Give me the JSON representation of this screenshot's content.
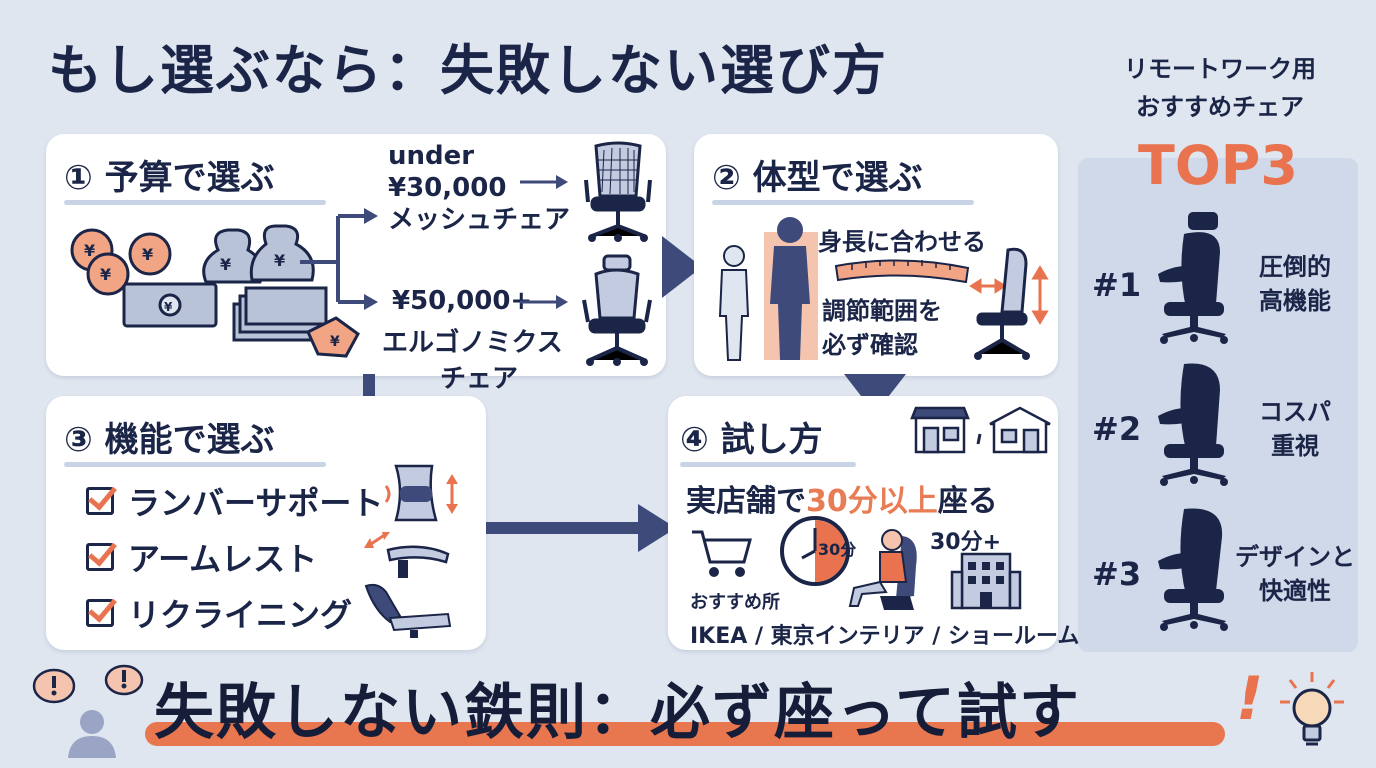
{
  "title": "もし選ぶなら：失敗しない選び方",
  "sidebar": {
    "heading_line1": "リモートワーク用",
    "heading_line2": "おすすめチェア",
    "top_label": "TOP3",
    "ranks": [
      {
        "rank": "#1",
        "desc_line1": "圧倒的",
        "desc_line2": "高機能"
      },
      {
        "rank": "#2",
        "desc_line1": "コスパ",
        "desc_line2": "重視"
      },
      {
        "rank": "#3",
        "desc_line1": "デザインと",
        "desc_line2": "快適性"
      }
    ]
  },
  "budget": {
    "title": "① 予算で選ぶ",
    "option1_line1": "under",
    "option1_line2": "¥30,000",
    "option1_line3": "メッシュチェア",
    "option2_line1": "¥50,000+",
    "option2_line2": "エルゴノミクス",
    "option2_line3": "チェア",
    "yen_symbol": "¥"
  },
  "body": {
    "title": "② 体型で選ぶ",
    "height_label": "身長に合わせる",
    "check_line1": "調節範囲を",
    "check_line2": "必ず確認"
  },
  "features": {
    "title": "③ 機能で選ぶ",
    "items": [
      "ランバーサポート",
      "アームレスト",
      "リクライニング"
    ]
  },
  "trial": {
    "title": "④ 試し方",
    "headline_pre": "実店舗で",
    "headline_highlight": "30分以上",
    "headline_post": "座る",
    "timer_label": "30分",
    "duration_label": "30分+",
    "stores_label": "おすすめ所",
    "stores": "IKEA / 東京インテリア / ショールーム"
  },
  "bottom": {
    "slogan": "失敗しない鉄則：必ず座って試す",
    "exclaim": "!"
  },
  "colors": {
    "navy": "#1b2547",
    "accent": "#e8734e",
    "background": "#dfe6f0",
    "card": "#ffffff"
  }
}
